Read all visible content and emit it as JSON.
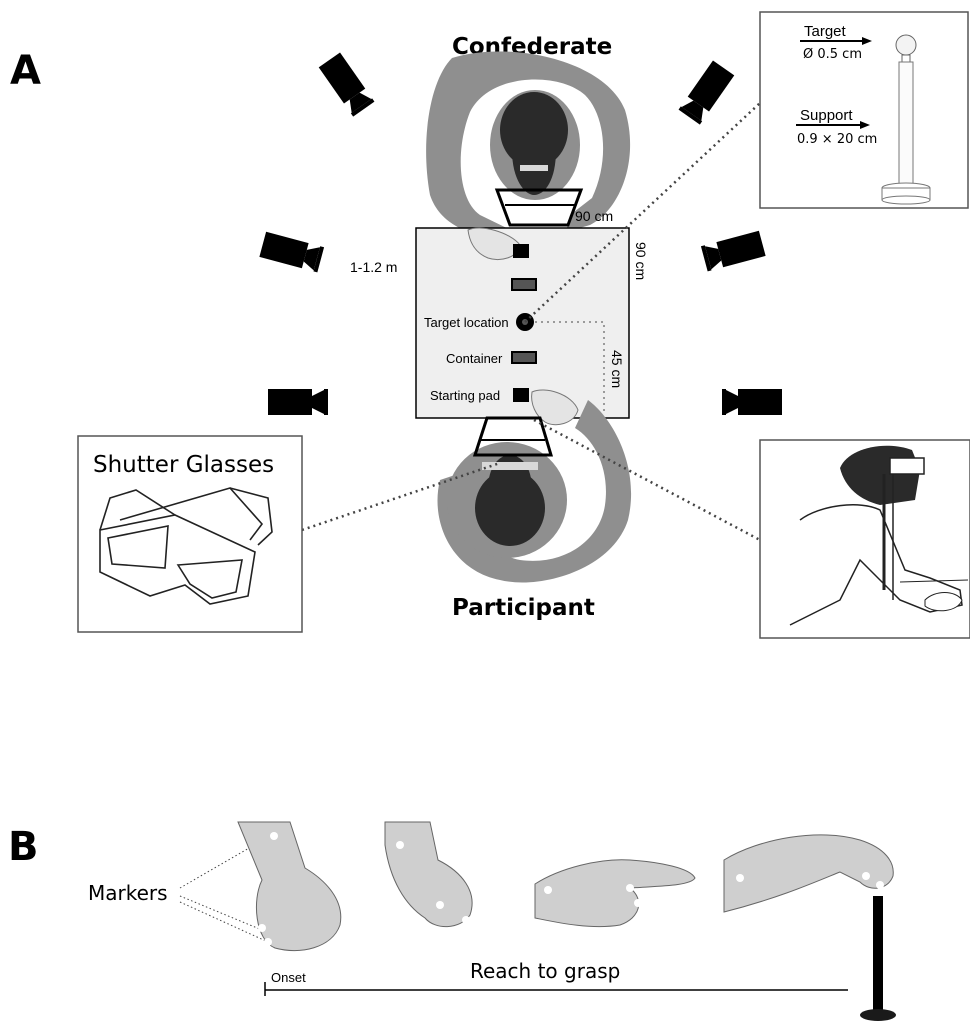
{
  "panel_a": {
    "label": "A",
    "confederate": "Confederate",
    "participant": "Participant",
    "distance": "1-1.2 m",
    "table_width": "90 cm",
    "table_depth": "90 cm",
    "reach_distance": "45 cm",
    "target_location": "Target location",
    "container": "Container",
    "starting_pad": "Starting pad",
    "inset_target": {
      "target_label": "Target",
      "target_size": "Ø 0.5 cm",
      "support_label": "Support",
      "support_size": "0.9 × 20 cm"
    },
    "inset_glasses": {
      "title": "Shutter Glasses"
    }
  },
  "panel_b": {
    "label": "B",
    "markers": "Markers",
    "onset": "Onset",
    "reach_to_grasp": "Reach to grasp"
  },
  "colors": {
    "body_gray": "#8f8f8f",
    "head": "#2a2a2a",
    "table": "#efefef",
    "skin": "#d8d8d8"
  },
  "icons": [
    "video-camera-icon",
    "shutter-glasses-icon",
    "hand-icon"
  ]
}
